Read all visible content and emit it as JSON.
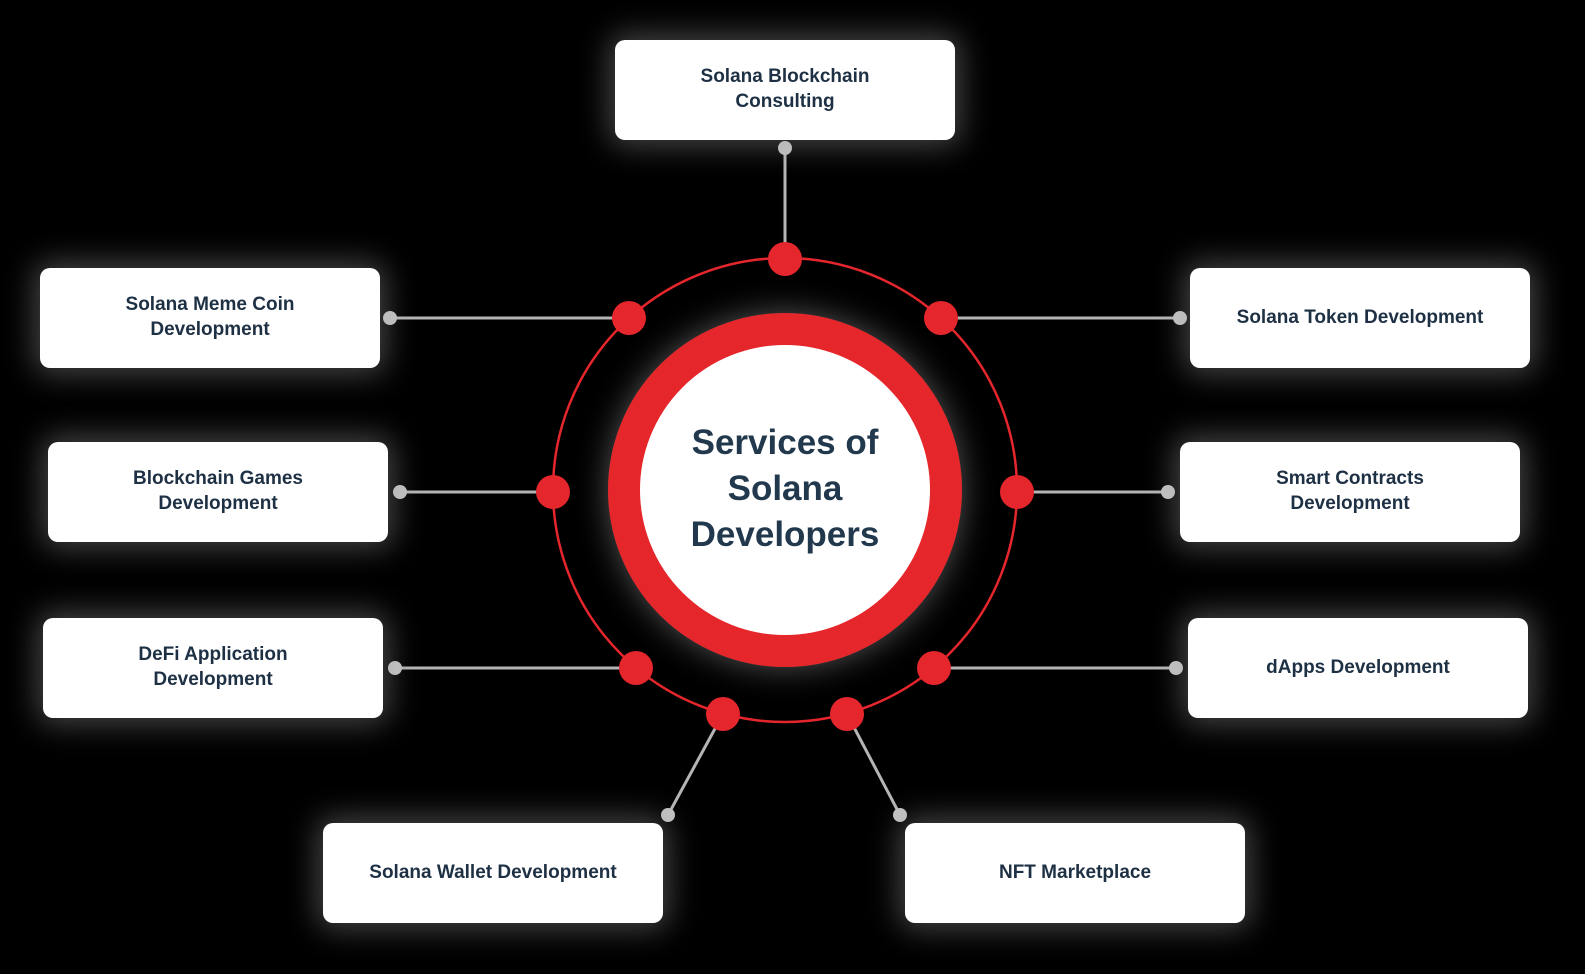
{
  "center": {
    "label": "Services of Solana Developers"
  },
  "nodes": [
    {
      "id": "solana-blockchain-consulting",
      "label": "Solana Blockchain Consulting",
      "position": "top"
    },
    {
      "id": "solana-meme-coin-development",
      "label": "Solana Meme Coin Development",
      "position": "upper-left"
    },
    {
      "id": "blockchain-games-development",
      "label": "Blockchain Games Development",
      "position": "left"
    },
    {
      "id": "defi-application-development",
      "label": "DeFi Application Development",
      "position": "lower-left"
    },
    {
      "id": "solana-wallet-development",
      "label": "Solana Wallet Development",
      "position": "bottom-left"
    },
    {
      "id": "nft-marketplace",
      "label": "NFT Marketplace",
      "position": "bottom-right"
    },
    {
      "id": "dapps-development",
      "label": "dApps Development",
      "position": "lower-right"
    },
    {
      "id": "smart-contracts-development",
      "label": "Smart Contracts Development",
      "position": "right"
    },
    {
      "id": "solana-token-development",
      "label": "Solana Token Development",
      "position": "upper-right"
    }
  ],
  "colors": {
    "accent_red": "#e5262c",
    "connector_gray": "#b5b5b5",
    "endpoint_dot_gray": "#c2c2c2",
    "text_navy": "#1e3044",
    "box_background": "#ffffff",
    "page_background": "#000000"
  }
}
